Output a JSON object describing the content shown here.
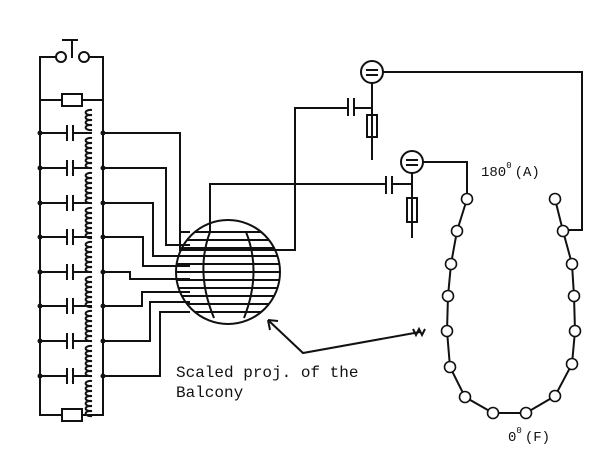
{
  "diagram": {
    "label_balcony_line1": "Scaled proj. of the",
    "label_balcony_line2": "Balcony",
    "label_180": "180",
    "label_180_suffix": "(A)",
    "label_0": "0",
    "label_0_suffix": "(F)",
    "degree_mark": "0"
  }
}
